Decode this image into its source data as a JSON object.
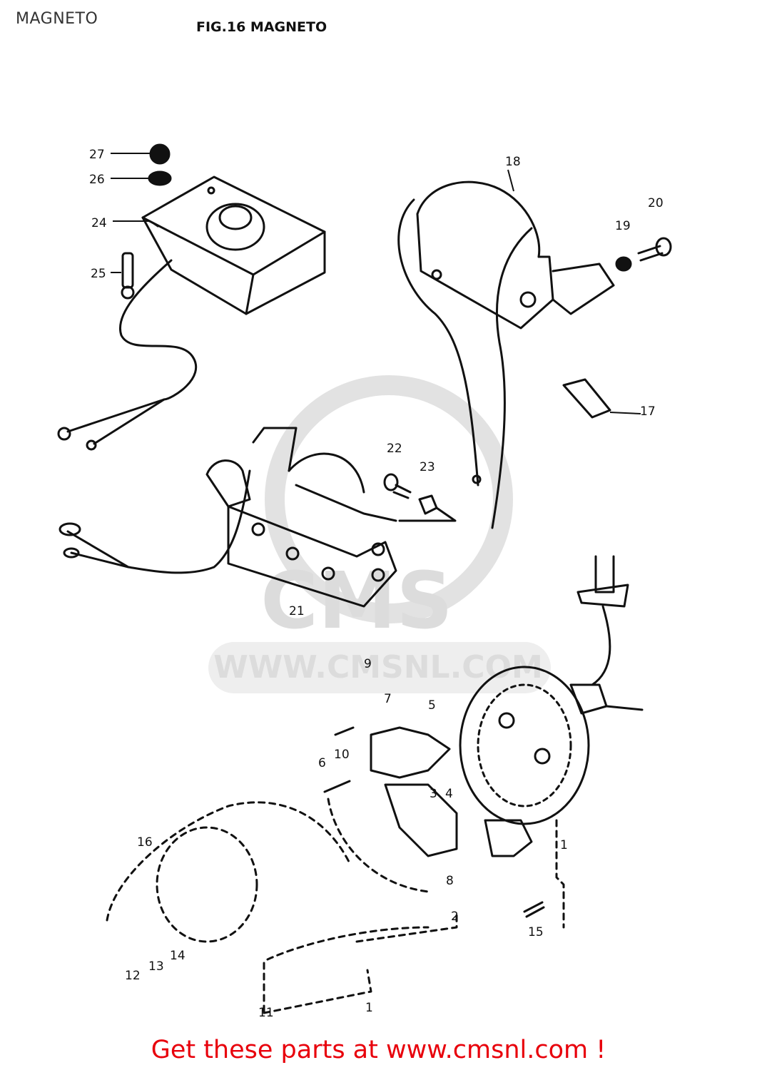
{
  "header": {
    "title": "MAGNETO"
  },
  "figure": {
    "caption": "FIG.16  MAGNETO"
  },
  "watermark": {
    "brand": "CMS",
    "url": "WWW.CMSNL.COM"
  },
  "parts": {
    "p1": "1",
    "p2": "2",
    "p3": "3",
    "p4": "4",
    "p5": "5",
    "p6": "6",
    "p7": "7",
    "p8": "8",
    "p9": "9",
    "p10": "10",
    "p11": "11",
    "p12": "12",
    "p13": "13",
    "p14": "14",
    "p15": "15",
    "p16": "16",
    "p17": "17",
    "p18": "18",
    "p19": "19",
    "p20": "20",
    "p21": "21",
    "p22": "22",
    "p23": "23",
    "p24": "24",
    "p25": "25",
    "p26": "26",
    "p27": "27"
  },
  "footer": {
    "cta": "Get these parts at www.cmsnl.com !"
  },
  "colors": {
    "cta": "#e8000b",
    "ink": "#111111",
    "watermark": "#dcdcdc"
  }
}
